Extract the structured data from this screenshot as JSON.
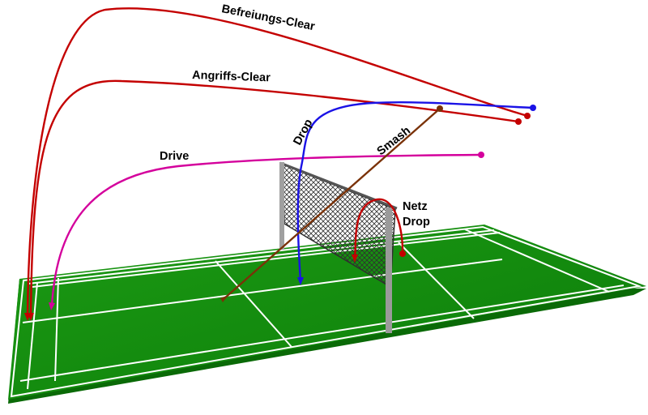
{
  "colors": {
    "court_dark": "#0f7f0a",
    "court_light": "#23a81a",
    "court_side": "#096206",
    "lines": "#ffffff",
    "post": "#9a9a9a",
    "net": "#2f2f2f",
    "befreiungs_clear": "#c40000",
    "angriffs_clear": "#c40000",
    "drive": "#d4009c",
    "drop": "#1a12e6",
    "smash": "#7a3208",
    "netz_drop": "#c40000"
  },
  "labels": {
    "befreiungs_clear": "Befreiungs-Clear",
    "angriffs_clear": "Angriffs-Clear",
    "drive": "Drive",
    "drop": "Drop",
    "smash": "Smash",
    "netz_drop_line1": "Netz",
    "netz_drop_line2": "Drop"
  }
}
